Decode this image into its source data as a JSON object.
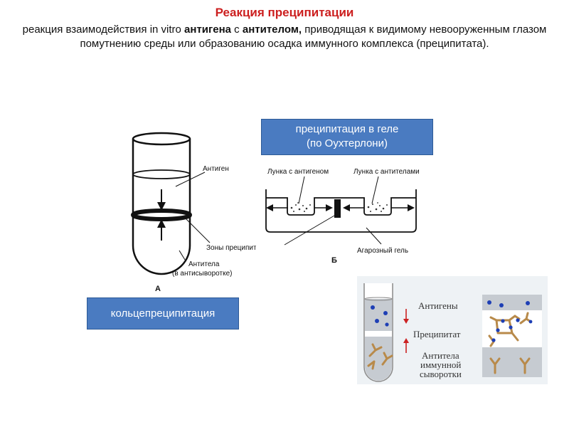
{
  "title": "Реакция преципитации",
  "subtitle": {
    "part1": "реакция взаимодействия in vitro ",
    "bold1": "антигена",
    "part2": " с ",
    "bold2": "антителом,",
    "part3": " приводящая к видимому невооруженным глазом помутнению среды или образованию осадка иммунного комплекса (преципитата)."
  },
  "gel_box": {
    "line1": "преципитация в геле",
    "line2": "(по Оухтерлони)"
  },
  "ring_box": {
    "label": "кольцепреципитация"
  },
  "tube_a": {
    "antigen": "Антиген",
    "zones": "Зоны преципитации",
    "antibodies_line1": "Антитела",
    "antibodies_line2": "(в антисыворотке)",
    "letter": "А"
  },
  "gel_b": {
    "well_antigen": "Лунка с антигеном",
    "well_antibodies": "Лунка с антителами",
    "agar": "Агарозный гель",
    "letter": "Б"
  },
  "photo": {
    "antigens": "Антигены",
    "precipitate": "Преципитат",
    "antibodies_line1": "Антитела",
    "antibodies_line2": "иммунной",
    "antibodies_line3": "сыворотки"
  }
}
